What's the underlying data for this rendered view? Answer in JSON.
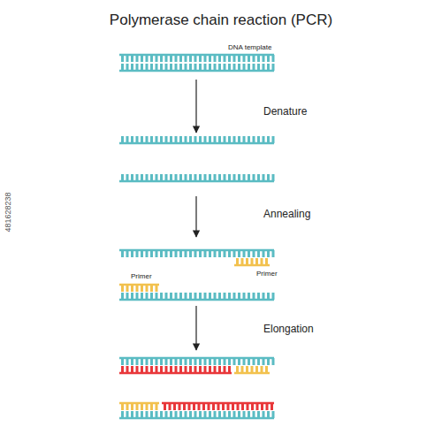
{
  "diagram": {
    "title": "Polymerase chain reaction (PCR)",
    "labels": [
      "DNA template",
      "Denature",
      "Annealing",
      "Primer",
      "Primer",
      "Elongation",
      "481628238"
    ]
  }
}
